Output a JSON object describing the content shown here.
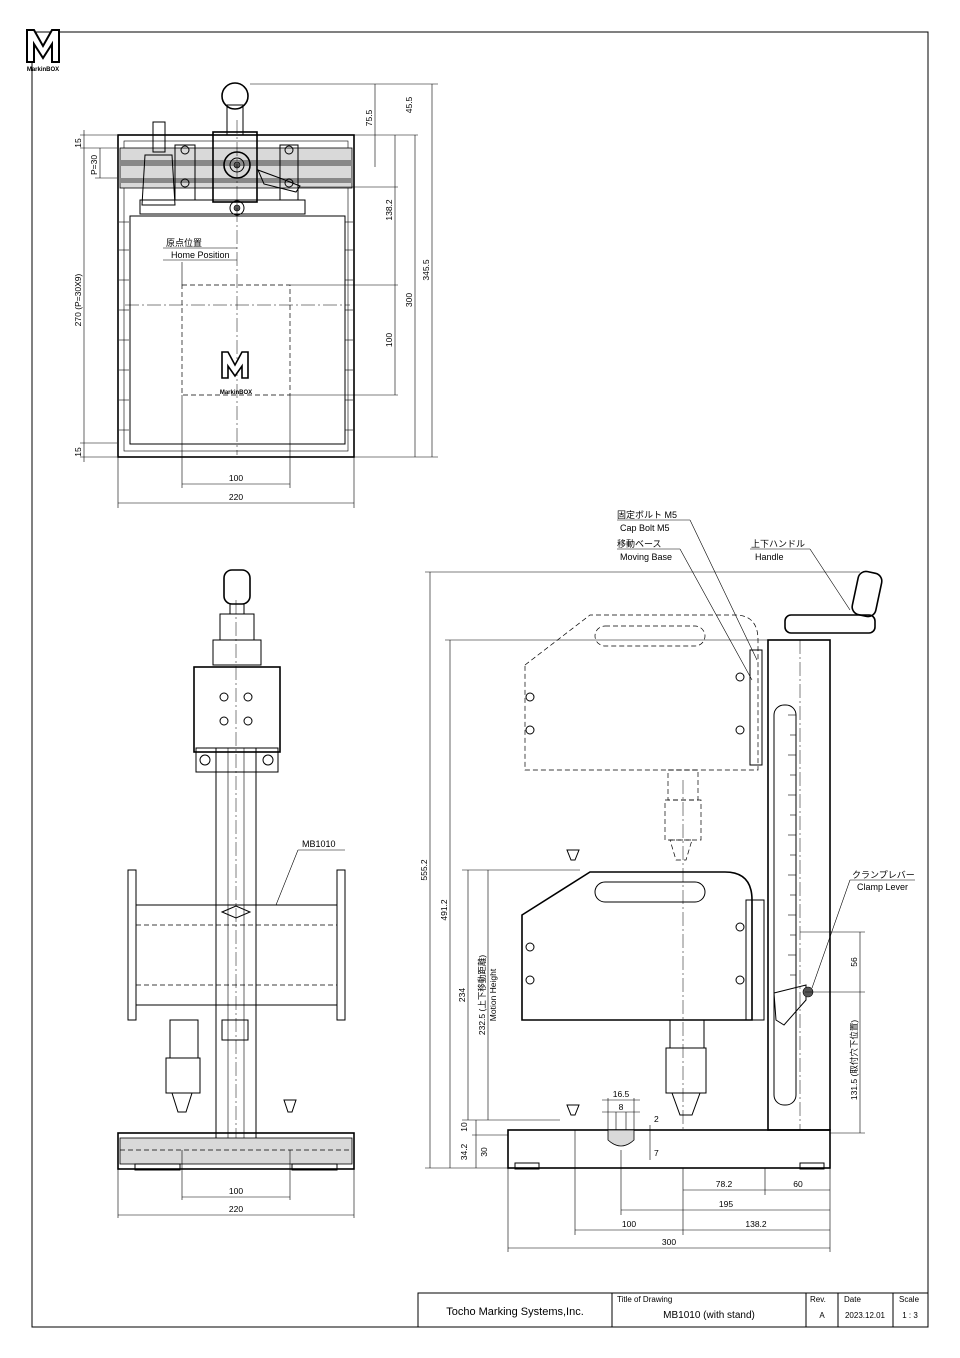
{
  "logo": {
    "text": "MarkinBOX"
  },
  "top_view": {
    "home_position_jp": "原点位置",
    "home_position_en": "Home Position",
    "logo_text": "MarkinBOX",
    "dims": {
      "d_15_top": "15",
      "d_pitch": "P=30",
      "d_270": "270 (P=30X9)",
      "d_15_bot": "15",
      "d_75_5": "75.5",
      "d_45_5": "45.5",
      "d_138_2": "138.2",
      "d_100_v": "100",
      "d_300": "300",
      "d_345_5": "345.5",
      "d_100_h": "100",
      "d_220": "220"
    }
  },
  "front_view": {
    "model_label": "MB1010",
    "dims": {
      "d_100": "100",
      "d_220": "220"
    }
  },
  "side_view": {
    "cap_bolt_jp": "固定ボルト  M5",
    "cap_bolt_en": "Cap Bolt M5",
    "moving_base_jp": "移動ベース",
    "moving_base_en": "Moving Base",
    "handle_jp": "上下ハンドル",
    "handle_en": "Handle",
    "clamp_jp": "クランプレバー",
    "clamp_en": "Clamp Lever",
    "motion_jp": "232.5 (上下移動距離)",
    "motion_en": "Motion Height",
    "mount_jp": "131.5 (取付穴下位置)",
    "dims": {
      "d_555_2": "555.2",
      "d_491_2": "491.2",
      "d_234": "234",
      "d_10": "10",
      "d_34_2": "34.2",
      "d_30": "30",
      "d_16_5": "16.5",
      "d_8": "8",
      "d_2": "2",
      "d_7": "7",
      "d_56": "56",
      "d_78_2": "78.2",
      "d_60": "60",
      "d_195": "195",
      "d_100": "100",
      "d_138_2": "138.2",
      "d_300": "300"
    }
  },
  "title_block": {
    "company": "Tocho Marking Systems,Inc.",
    "title_label": "Title of Drawing",
    "title": "MB1010 (with stand)",
    "rev_label": "Rev.",
    "rev": "A",
    "date_label": "Date",
    "date": "2023.12.01",
    "scale_label": "Scale",
    "scale": "1 : 3"
  }
}
